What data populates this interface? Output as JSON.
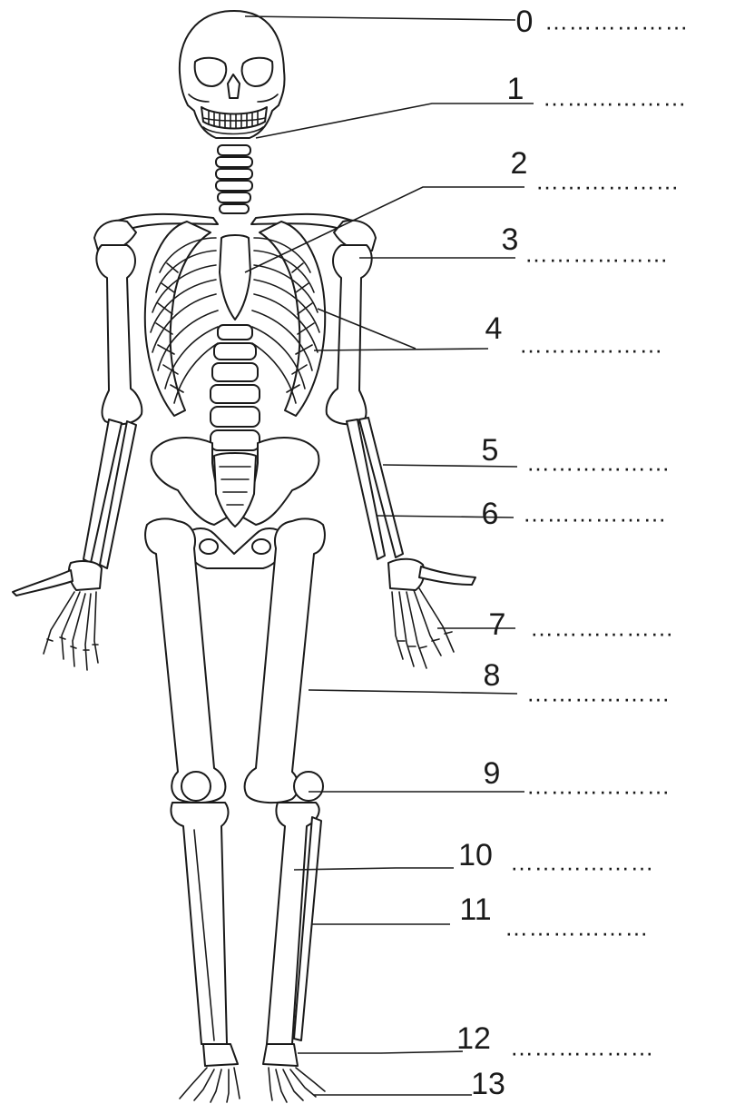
{
  "labels": [
    {
      "number": "0",
      "blank": "………………"
    },
    {
      "number": "1",
      "blank": "………………"
    },
    {
      "number": "2",
      "blank": "………………"
    },
    {
      "number": "3",
      "blank": "………………"
    },
    {
      "number": "4",
      "blank": "………………"
    },
    {
      "number": "5",
      "blank": "………………"
    },
    {
      "number": "6",
      "blank": "………………"
    },
    {
      "number": "7",
      "blank": "………………"
    },
    {
      "number": "8",
      "blank": "………………"
    },
    {
      "number": "9",
      "blank": "………………"
    },
    {
      "number": "10",
      "blank": "………………"
    },
    {
      "number": "11",
      "blank": "………………"
    },
    {
      "number": "12",
      "blank": "………………"
    },
    {
      "number": "13",
      "blank": ""
    }
  ]
}
